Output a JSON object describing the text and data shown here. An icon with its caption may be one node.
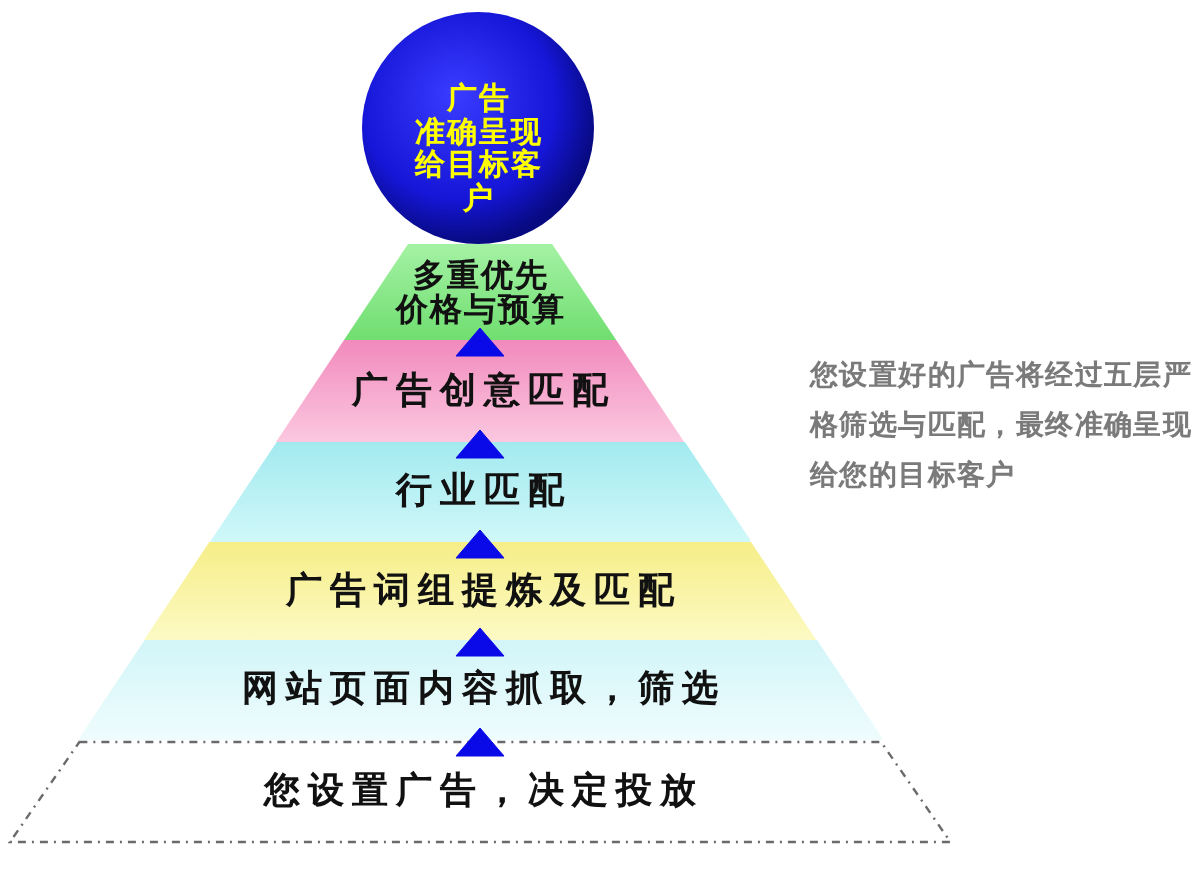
{
  "diagram": {
    "nodes": [
      {
        "text": [
          "广告",
          "准确呈现给目标客户"
        ]
      },
      {
        "text": [
          "多重优先",
          "价格与预算"
        ]
      },
      {
        "text": [
          "广告创意匹配"
        ]
      },
      {
        "text": [
          "行业匹配"
        ]
      },
      {
        "text": [
          "广告词组提炼及匹配"
        ]
      },
      {
        "text": [
          "网站页面内容抓取，筛选"
        ]
      },
      {
        "text": [
          "您设置广告，决定投放"
        ]
      }
    ],
    "edges": [
      {
        "from": 6,
        "to": 5,
        "arrow": "to"
      },
      {
        "from": 5,
        "to": 4,
        "arrow": "to"
      },
      {
        "from": 4,
        "to": 3,
        "arrow": "to"
      },
      {
        "from": 3,
        "to": 2,
        "arrow": "to"
      },
      {
        "from": 2,
        "to": 1,
        "arrow": "to"
      }
    ],
    "labels": [
      "您设置好的广告将经过五层严格筛选与匹配，最终准确呈现给您的目标客户"
    ]
  }
}
